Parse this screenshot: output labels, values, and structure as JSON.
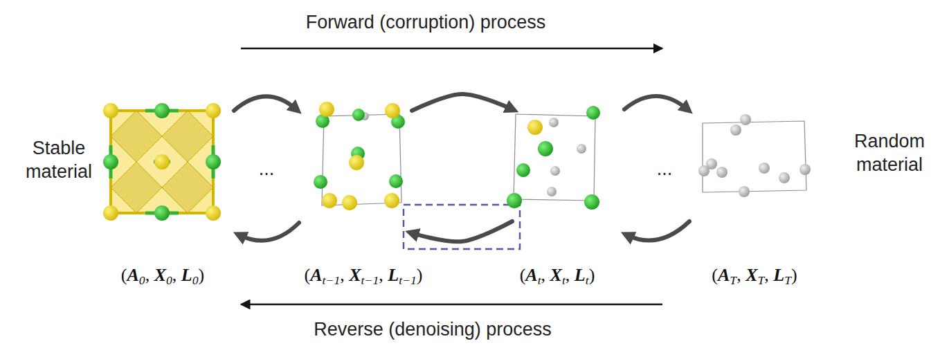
{
  "diagram": {
    "nodes": [
      {
        "text": [
          "(A0, X0, L0)"
        ]
      },
      {
        "text": [
          "(At−1, Xt−1, Lt−1)"
        ]
      },
      {
        "text": [
          "(At, Xt, Lt)"
        ]
      },
      {
        "text": [
          "(AT, XT, LT)"
        ]
      }
    ],
    "edges": [
      {
        "from": 1,
        "to": 2,
        "arrow": "to"
      },
      {
        "from": 2,
        "to": 1,
        "arrow": "to"
      }
    ],
    "labels": [
      "Forward (corruption) process",
      "Stable material",
      "...",
      "...",
      "Random material",
      "Reverse (denoising) process"
    ]
  }
}
